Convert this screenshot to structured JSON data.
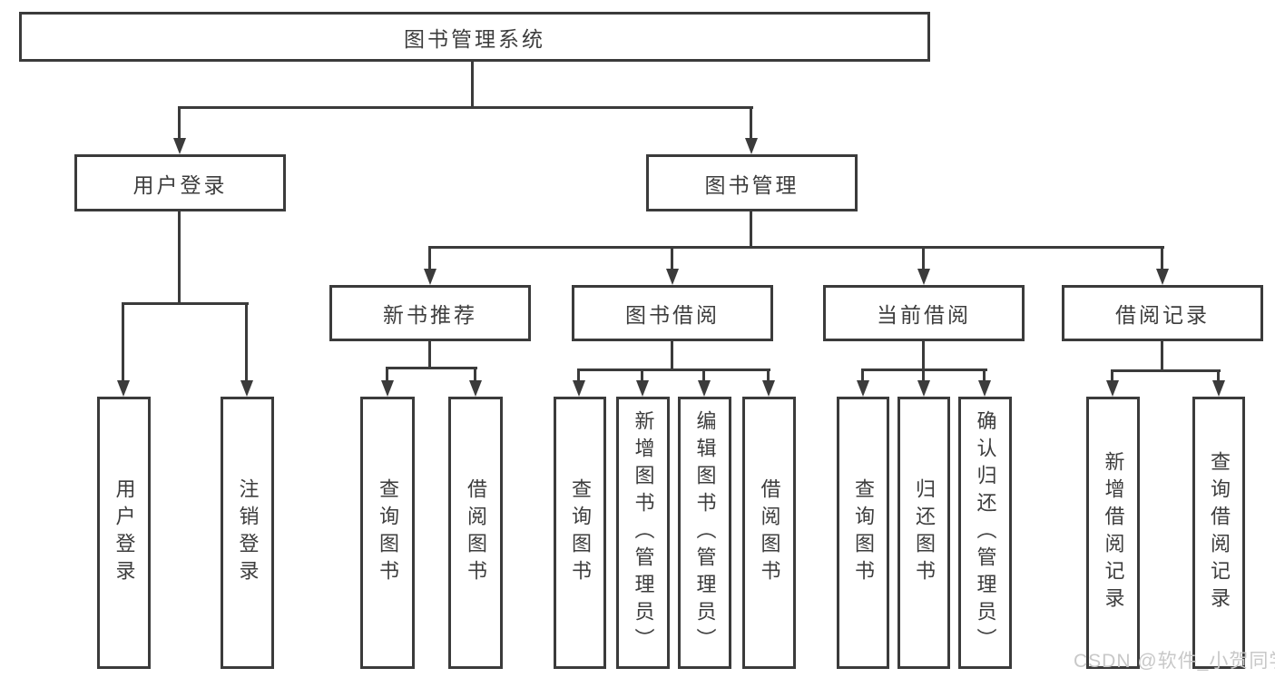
{
  "diagram": {
    "root": {
      "label": "图书管理系统",
      "children": [
        {
          "label": "用户登录",
          "children": [
            {
              "label": "用户登录"
            },
            {
              "label": "注销登录"
            }
          ]
        },
        {
          "label": "图书管理",
          "children": [
            {
              "label": "新书推荐",
              "children": [
                {
                  "label": "查询图书"
                },
                {
                  "label": "借阅图书"
                }
              ]
            },
            {
              "label": "图书借阅",
              "children": [
                {
                  "label": "查询图书"
                },
                {
                  "label": "新增图书（管理员）"
                },
                {
                  "label": "编辑图书（管理员）"
                },
                {
                  "label": "借阅图书"
                }
              ]
            },
            {
              "label": "当前借阅",
              "children": [
                {
                  "label": "查询图书"
                },
                {
                  "label": "归还图书"
                },
                {
                  "label": "确认归还（管理员）"
                }
              ]
            },
            {
              "label": "借阅记录",
              "children": [
                {
                  "label": "新增借阅记录"
                },
                {
                  "label": "查询借阅记录"
                }
              ]
            }
          ]
        }
      ]
    }
  },
  "watermark": {
    "text": "CSDN @软件_小贺同学"
  },
  "colors": {
    "line": "#3b3b3b",
    "text": "#3d3d3d",
    "watermark": "#c8c8c8",
    "background": "#ffffff"
  }
}
